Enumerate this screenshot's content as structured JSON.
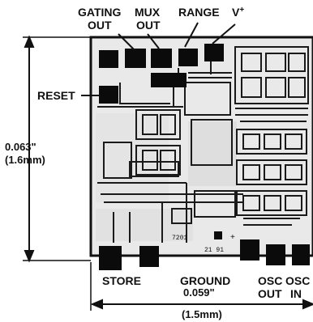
{
  "top_labels": {
    "gating_line1": "GATING",
    "gating_line2": "OUT",
    "mux_line1": "MUX",
    "mux_line2": "OUT",
    "range": "RANGE",
    "vplus": "V",
    "vplus_sup": "+"
  },
  "left_labels": {
    "reset": "RESET"
  },
  "bottom_labels": {
    "store": "STORE",
    "ground": "GROUND",
    "osc_out_line1": "OSC",
    "osc_out_line2": "OUT",
    "osc_in_line1": "OSC",
    "osc_in_line2": "IN"
  },
  "dimensions": {
    "height_in": "0.063\"",
    "height_mm": "(1.6mm)",
    "width_in": "0.059\"",
    "width_mm": "(1.5mm)"
  },
  "die_marks": {
    "part_code": "7201",
    "code_2": "21 91"
  },
  "colors": {
    "ink": "#111111",
    "die_fill": "#e9e9e9",
    "metal": "#1a1a1a",
    "bond_pad": "#0b0b0b"
  }
}
